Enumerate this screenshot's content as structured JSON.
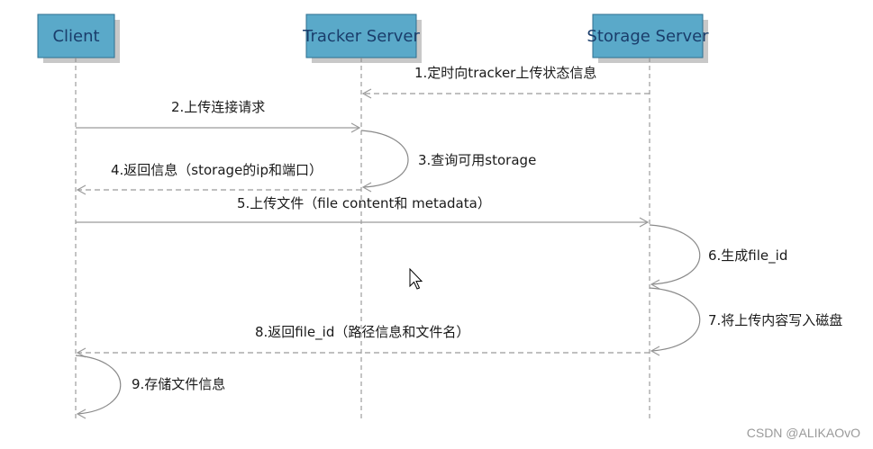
{
  "actors": [
    {
      "id": "client",
      "label": "Client"
    },
    {
      "id": "tracker",
      "label": "Tracker Server"
    },
    {
      "id": "storage",
      "label": "Storage Server"
    }
  ],
  "messages": [
    {
      "label": "1.定时向tracker上传状态信息"
    },
    {
      "label": "2.上传连接请求"
    },
    {
      "label": "3.查询可用storage"
    },
    {
      "label": "4.返回信息（storage的ip和端口）"
    },
    {
      "label": "5.上传文件（file content和 metadata）"
    },
    {
      "label": "6.生成file_id"
    },
    {
      "label": "7.将上传内容写入磁盘"
    },
    {
      "label": "8.返回file_id（路径信息和文件名）"
    },
    {
      "label": "9.存储文件信息"
    }
  ],
  "watermark": "CSDN @ALIKAOvO",
  "colors": {
    "actor_fill": "#5aa9c9",
    "actor_text": "#1a3d6b",
    "line": "#9a9a9a"
  }
}
